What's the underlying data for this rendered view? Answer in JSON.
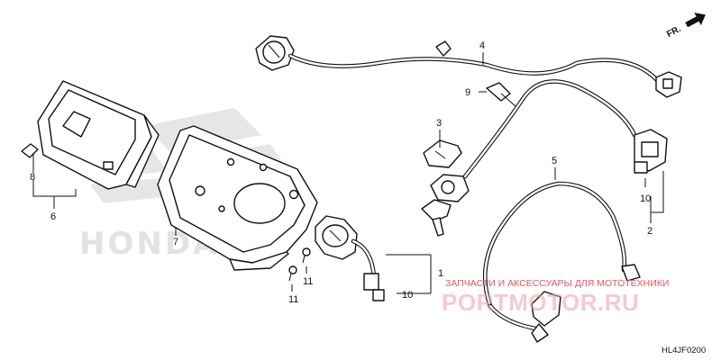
{
  "callouts": {
    "c1": "1",
    "c2": "2",
    "c3": "3",
    "c4": "4",
    "c5": "5",
    "c6": "6",
    "c7": "7",
    "c8": "8",
    "c9": "9",
    "c10a": "10",
    "c10b": "10",
    "c11a": "11",
    "c11b": "11"
  },
  "direction_label": "FR.",
  "diagram_code": "HL4JF0200",
  "background_brand": "HONDA",
  "watermark": {
    "tagline": "ЗАПЧАСТИ И АКСЕССУАРЫ ДЛЯ МОТОТЕХНИКИ",
    "site": "PORTMOTOR.RU"
  },
  "colors": {
    "ink": "#111111",
    "watermark_red": "#e35763",
    "watermark_light": "#f0a0a6",
    "brand_grey": "#e2e2e2"
  }
}
